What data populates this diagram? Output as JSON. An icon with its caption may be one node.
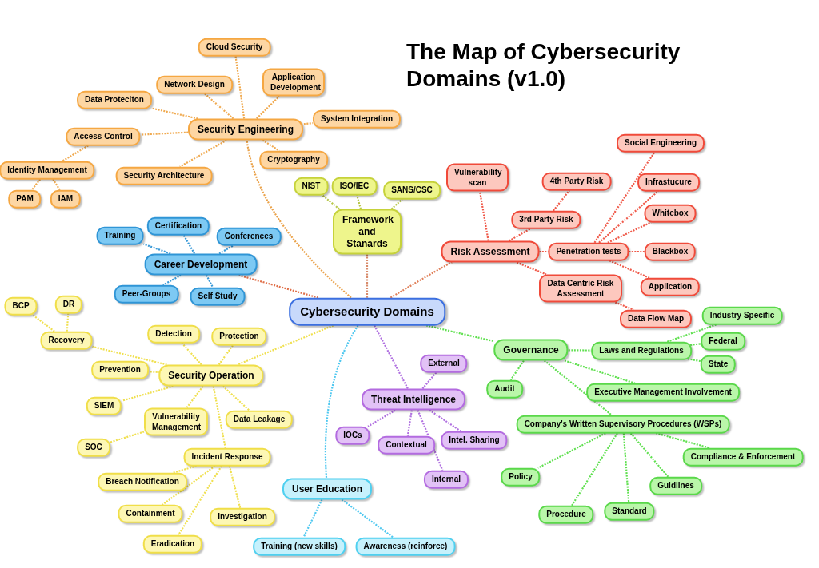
{
  "diagram": {
    "title": "The Map of Cybersecurity Domains (v1.0)",
    "nodes": [
      {
        "text": [
          "Cybersecurity Domains"
        ]
      },
      {
        "text": [
          "Security Engineering"
        ]
      },
      {
        "text": [
          "Cloud Security"
        ]
      },
      {
        "text": [
          "Application Development"
        ]
      },
      {
        "text": [
          "Network Design"
        ]
      },
      {
        "text": [
          "Data Proteciton"
        ]
      },
      {
        "text": [
          "System Integration"
        ]
      },
      {
        "text": [
          "Access Control"
        ]
      },
      {
        "text": [
          "Cryptography"
        ]
      },
      {
        "text": [
          "Security Architecture"
        ]
      },
      {
        "text": [
          "Identity Management"
        ]
      },
      {
        "text": [
          "PAM"
        ]
      },
      {
        "text": [
          "IAM"
        ]
      },
      {
        "text": [
          "Framework and Stanards"
        ]
      },
      {
        "text": [
          "NIST"
        ]
      },
      {
        "text": [
          "ISO/IEC"
        ]
      },
      {
        "text": [
          "SANS/CSC"
        ]
      },
      {
        "text": [
          "Risk Assessment"
        ]
      },
      {
        "text": [
          "Vulnerability scan"
        ]
      },
      {
        "text": [
          "3rd Party Risk"
        ]
      },
      {
        "text": [
          "4th Party Risk"
        ]
      },
      {
        "text": [
          "Penetration tests"
        ]
      },
      {
        "text": [
          "Data Centric Risk Assessment"
        ]
      },
      {
        "text": [
          "Social Engineering"
        ]
      },
      {
        "text": [
          "Infrastucure"
        ]
      },
      {
        "text": [
          "Whitebox"
        ]
      },
      {
        "text": [
          "Blackbox"
        ]
      },
      {
        "text": [
          "Application"
        ]
      },
      {
        "text": [
          "Data Flow Map"
        ]
      },
      {
        "text": [
          "Career Development"
        ]
      },
      {
        "text": [
          "Training"
        ]
      },
      {
        "text": [
          "Certification"
        ]
      },
      {
        "text": [
          "Conferences"
        ]
      },
      {
        "text": [
          "Peer-Groups"
        ]
      },
      {
        "text": [
          "Self Study"
        ]
      },
      {
        "text": [
          "Security Operation"
        ]
      },
      {
        "text": [
          "Recovery"
        ]
      },
      {
        "text": [
          "BCP"
        ]
      },
      {
        "text": [
          "DR"
        ]
      },
      {
        "text": [
          "Detection"
        ]
      },
      {
        "text": [
          "Protection"
        ]
      },
      {
        "text": [
          "Prevention"
        ]
      },
      {
        "text": [
          "SIEM"
        ]
      },
      {
        "text": [
          "Vulnerability Management"
        ]
      },
      {
        "text": [
          "Data Leakage"
        ]
      },
      {
        "text": [
          "SOC"
        ]
      },
      {
        "text": [
          "Incident Response"
        ]
      },
      {
        "text": [
          "Breach Notification"
        ]
      },
      {
        "text": [
          "Containment"
        ]
      },
      {
        "text": [
          "Investigation"
        ]
      },
      {
        "text": [
          "Eradication"
        ]
      },
      {
        "text": [
          "Threat Intelligence"
        ]
      },
      {
        "text": [
          "External"
        ]
      },
      {
        "text": [
          "IOCs"
        ]
      },
      {
        "text": [
          "Contextual"
        ]
      },
      {
        "text": [
          "Intel. Sharing"
        ]
      },
      {
        "text": [
          "Internal"
        ]
      },
      {
        "text": [
          "User Education"
        ]
      },
      {
        "text": [
          "Training (new skills)"
        ]
      },
      {
        "text": [
          "Awareness (reinforce)"
        ]
      },
      {
        "text": [
          "Governance"
        ]
      },
      {
        "text": [
          "Laws and Regulations"
        ]
      },
      {
        "text": [
          "Industry Specific"
        ]
      },
      {
        "text": [
          "Federal"
        ]
      },
      {
        "text": [
          "State"
        ]
      },
      {
        "text": [
          "Audit"
        ]
      },
      {
        "text": [
          "Executive Management Involvement"
        ]
      },
      {
        "text": [
          "Company's Written Supervisory Procedures (WSPs)"
        ]
      },
      {
        "text": [
          "Compliance & Enforcement"
        ]
      },
      {
        "text": [
          "Policy"
        ]
      },
      {
        "text": [
          "Guidlines"
        ]
      },
      {
        "text": [
          "Standard"
        ]
      },
      {
        "text": [
          "Procedure"
        ]
      }
    ],
    "edges": [
      {
        "from": 0,
        "to": 1,
        "arrow": "none",
        "color": "#eaa24a"
      },
      {
        "from": 1,
        "to": 2,
        "arrow": "none",
        "color": "#f0aa50"
      },
      {
        "from": 1,
        "to": 3,
        "arrow": "none",
        "color": "#f0aa50"
      },
      {
        "from": 1,
        "to": 4,
        "arrow": "none",
        "color": "#f0aa50"
      },
      {
        "from": 1,
        "to": 5,
        "arrow": "none",
        "color": "#f0aa50"
      },
      {
        "from": 1,
        "to": 6,
        "arrow": "none",
        "color": "#f0aa50"
      },
      {
        "from": 1,
        "to": 7,
        "arrow": "none",
        "color": "#f0aa50"
      },
      {
        "from": 1,
        "to": 8,
        "arrow": "none",
        "color": "#f0aa50"
      },
      {
        "from": 1,
        "to": 9,
        "arrow": "none",
        "color": "#f0aa50"
      },
      {
        "from": 7,
        "to": 10,
        "arrow": "none",
        "color": "#f0aa50"
      },
      {
        "from": 10,
        "to": 11,
        "arrow": "none",
        "color": "#f0aa50"
      },
      {
        "from": 10,
        "to": 12,
        "arrow": "none",
        "color": "#f0aa50"
      },
      {
        "from": 0,
        "to": 13,
        "arrow": "none",
        "color": "#d88a6a"
      },
      {
        "from": 13,
        "to": 14,
        "arrow": "none",
        "color": "#b8c84a"
      },
      {
        "from": 13,
        "to": 15,
        "arrow": "none",
        "color": "#b8c84a"
      },
      {
        "from": 13,
        "to": 16,
        "arrow": "none",
        "color": "#b8c84a"
      },
      {
        "from": 0,
        "to": 17,
        "arrow": "none",
        "color": "#e0805a"
      },
      {
        "from": 17,
        "to": 18,
        "arrow": "none",
        "color": "#f05a4a"
      },
      {
        "from": 17,
        "to": 19,
        "arrow": "none",
        "color": "#f05a4a"
      },
      {
        "from": 19,
        "to": 20,
        "arrow": "none",
        "color": "#f05a4a"
      },
      {
        "from": 17,
        "to": 21,
        "arrow": "none",
        "color": "#f05a4a"
      },
      {
        "from": 17,
        "to": 22,
        "arrow": "none",
        "color": "#f05a4a"
      },
      {
        "from": 21,
        "to": 23,
        "arrow": "none",
        "color": "#f05a4a"
      },
      {
        "from": 21,
        "to": 24,
        "arrow": "none",
        "color": "#f05a4a"
      },
      {
        "from": 21,
        "to": 25,
        "arrow": "none",
        "color": "#f05a4a"
      },
      {
        "from": 21,
        "to": 26,
        "arrow": "none",
        "color": "#f05a4a"
      },
      {
        "from": 21,
        "to": 27,
        "arrow": "none",
        "color": "#f05a4a"
      },
      {
        "from": 22,
        "to": 28,
        "arrow": "none",
        "color": "#f05a4a"
      },
      {
        "from": 0,
        "to": 29,
        "arrow": "none",
        "color": "#e0704a"
      },
      {
        "from": 29,
        "to": 30,
        "arrow": "none",
        "color": "#3a9ad8"
      },
      {
        "from": 29,
        "to": 31,
        "arrow": "none",
        "color": "#3a9ad8"
      },
      {
        "from": 29,
        "to": 32,
        "arrow": "none",
        "color": "#3a9ad8"
      },
      {
        "from": 29,
        "to": 33,
        "arrow": "none",
        "color": "#3a9ad8"
      },
      {
        "from": 29,
        "to": 34,
        "arrow": "none",
        "color": "#3a9ad8"
      },
      {
        "from": 0,
        "to": 35,
        "arrow": "none",
        "color": "#f0e050"
      },
      {
        "from": 35,
        "to": 36,
        "arrow": "none",
        "color": "#f0e050"
      },
      {
        "from": 36,
        "to": 37,
        "arrow": "none",
        "color": "#f0e050"
      },
      {
        "from": 36,
        "to": 38,
        "arrow": "none",
        "color": "#f0e050"
      },
      {
        "from": 35,
        "to": 39,
        "arrow": "none",
        "color": "#f0e050"
      },
      {
        "from": 35,
        "to": 40,
        "arrow": "none",
        "color": "#f0e050"
      },
      {
        "from": 35,
        "to": 41,
        "arrow": "none",
        "color": "#f0e050"
      },
      {
        "from": 35,
        "to": 42,
        "arrow": "none",
        "color": "#f0e050"
      },
      {
        "from": 35,
        "to": 43,
        "arrow": "none",
        "color": "#f0e050"
      },
      {
        "from": 35,
        "to": 44,
        "arrow": "none",
        "color": "#f0e050"
      },
      {
        "from": 43,
        "to": 45,
        "arrow": "none",
        "color": "#f0e050"
      },
      {
        "from": 35,
        "to": 46,
        "arrow": "none",
        "color": "#f0e050"
      },
      {
        "from": 46,
        "to": 47,
        "arrow": "none",
        "color": "#f0e050"
      },
      {
        "from": 46,
        "to": 48,
        "arrow": "none",
        "color": "#f0e050"
      },
      {
        "from": 46,
        "to": 49,
        "arrow": "none",
        "color": "#f0e050"
      },
      {
        "from": 46,
        "to": 50,
        "arrow": "none",
        "color": "#f0e050"
      },
      {
        "from": 0,
        "to": 51,
        "arrow": "none",
        "color": "#b070e0"
      },
      {
        "from": 51,
        "to": 52,
        "arrow": "none",
        "color": "#b070e0"
      },
      {
        "from": 51,
        "to": 53,
        "arrow": "none",
        "color": "#b070e0"
      },
      {
        "from": 51,
        "to": 54,
        "arrow": "none",
        "color": "#b070e0"
      },
      {
        "from": 51,
        "to": 55,
        "arrow": "none",
        "color": "#b070e0"
      },
      {
        "from": 51,
        "to": 56,
        "arrow": "none",
        "color": "#b070e0"
      },
      {
        "from": 0,
        "to": 57,
        "arrow": "none",
        "color": "#50c8f0"
      },
      {
        "from": 57,
        "to": 58,
        "arrow": "none",
        "color": "#50c8f0"
      },
      {
        "from": 57,
        "to": 59,
        "arrow": "none",
        "color": "#50c8f0"
      },
      {
        "from": 0,
        "to": 60,
        "arrow": "none",
        "color": "#60e050"
      },
      {
        "from": 60,
        "to": 61,
        "arrow": "none",
        "color": "#60e050"
      },
      {
        "from": 61,
        "to": 62,
        "arrow": "none",
        "color": "#60e050"
      },
      {
        "from": 61,
        "to": 63,
        "arrow": "none",
        "color": "#60e050"
      },
      {
        "from": 61,
        "to": 64,
        "arrow": "none",
        "color": "#60e050"
      },
      {
        "from": 60,
        "to": 65,
        "arrow": "none",
        "color": "#60e050"
      },
      {
        "from": 60,
        "to": 66,
        "arrow": "none",
        "color": "#60e050"
      },
      {
        "from": 60,
        "to": 67,
        "arrow": "none",
        "color": "#60e050"
      },
      {
        "from": 67,
        "to": 68,
        "arrow": "none",
        "color": "#60e050"
      },
      {
        "from": 67,
        "to": 69,
        "arrow": "none",
        "color": "#60e050"
      },
      {
        "from": 67,
        "to": 70,
        "arrow": "none",
        "color": "#60e050"
      },
      {
        "from": 67,
        "to": 71,
        "arrow": "none",
        "color": "#60e050"
      },
      {
        "from": 67,
        "to": 72,
        "arrow": "none",
        "color": "#60e050"
      }
    ]
  }
}
